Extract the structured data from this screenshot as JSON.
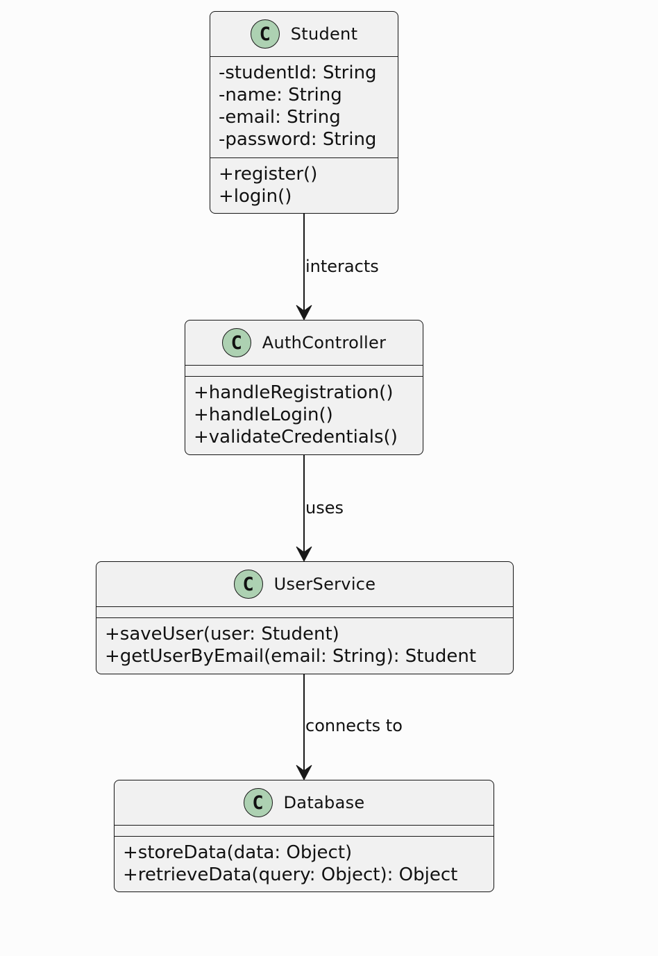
{
  "classes": {
    "student": {
      "name": "Student",
      "badge": "C",
      "attributes": [
        "-studentId: String",
        "-name: String",
        "-email: String",
        "-password: String"
      ],
      "methods": [
        "+register()",
        "+login()"
      ]
    },
    "auth_controller": {
      "name": "AuthController",
      "badge": "C",
      "attributes": [],
      "methods": [
        "+handleRegistration()",
        "+handleLogin()",
        "+validateCredentials()"
      ]
    },
    "user_service": {
      "name": "UserService",
      "badge": "C",
      "attributes": [],
      "methods": [
        "+saveUser(user: Student)",
        "+getUserByEmail(email: String): Student"
      ]
    },
    "database": {
      "name": "Database",
      "badge": "C",
      "attributes": [],
      "methods": [
        "+storeData(data: Object)",
        "+retrieveData(query: Object): Object"
      ]
    }
  },
  "relations": {
    "interacts": "interacts",
    "uses": "uses",
    "connects_to": "connects to"
  },
  "colors": {
    "class_fill": "#f1f1f1",
    "badge_fill": "#add1b2",
    "line": "#181818"
  }
}
